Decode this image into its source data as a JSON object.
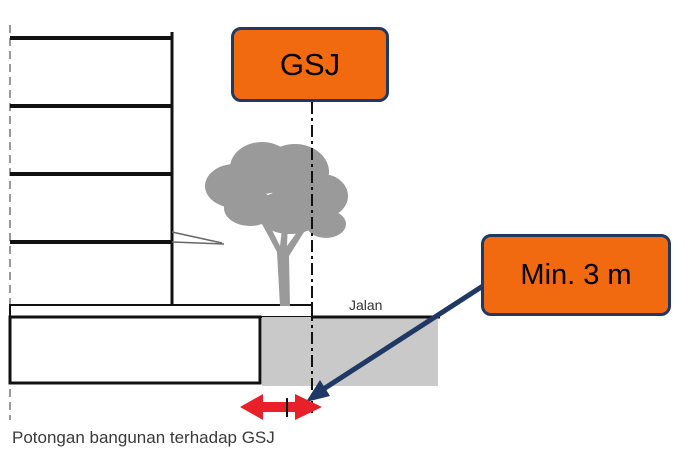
{
  "labels": {
    "gsj": "GSJ",
    "min_distance": "Min. 3 m",
    "road": "Jalan",
    "caption": "Potongan bangunan terhadap GSJ"
  },
  "colors": {
    "callout_fill": "#f26a0f",
    "callout_border": "#1f3864",
    "pointer_arrow": "#1f3864",
    "dimension_arrow": "#e8202a",
    "ground_gray": "#c9c9c9",
    "tree_gray": "#9a9a9a",
    "line": "#111111"
  },
  "icons": {
    "tree": "tree-icon"
  }
}
